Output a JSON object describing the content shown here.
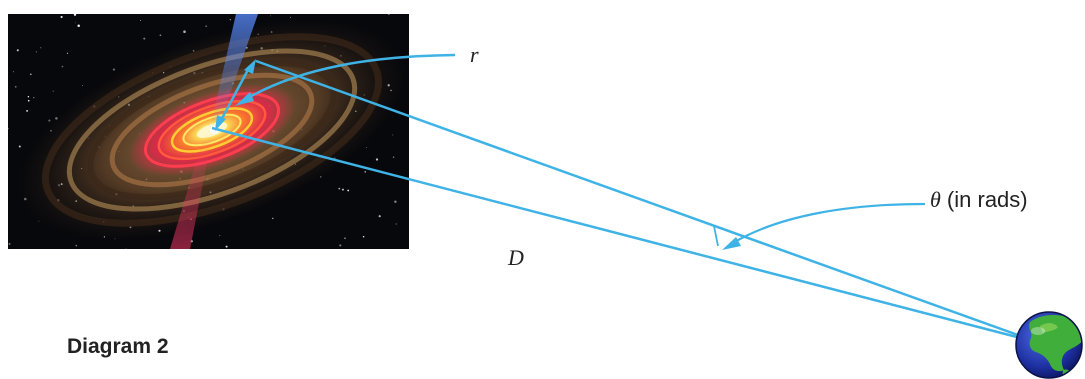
{
  "labels": {
    "radius": "r",
    "distance": "D",
    "angle_symbol": "θ",
    "angle_unit": " (in rads)",
    "caption": "Diagram 2"
  },
  "colors": {
    "line": "#3fb3e6",
    "text": "#222222",
    "background": "#ffffff"
  },
  "icons": {
    "galaxy": "galaxy-image",
    "earth": "earth-globe-icon"
  }
}
